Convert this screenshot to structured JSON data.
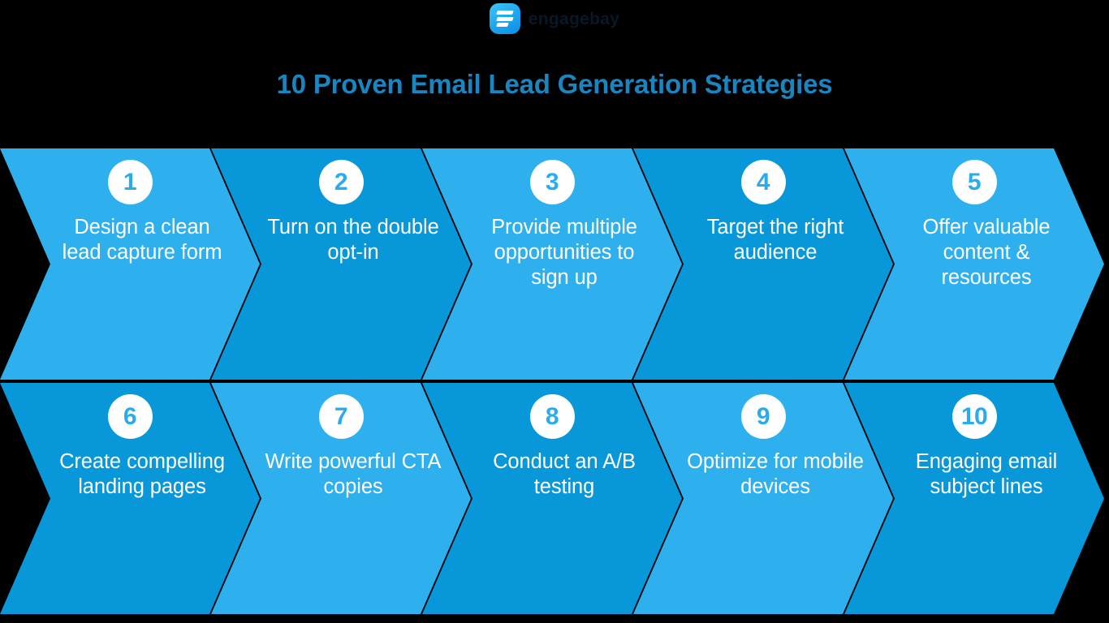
{
  "brand": {
    "logo_icon": "engagebay-logo-icon",
    "wordmark": "engagebay"
  },
  "title": "10 Proven Email Lead Generation Strategies",
  "colors": {
    "background": "#000000",
    "title_blue": "#1B85C0",
    "chevron_light": "#2EAFEE",
    "chevron_dark": "#0897D8",
    "badge_bg": "#FFFFFF",
    "badge_text": "#2AABEC",
    "label_text": "#FFFFFF"
  },
  "rows": [
    {
      "name": "row-1",
      "items": [
        {
          "number": "1",
          "label": "Design a clean lead capture form",
          "tone": "light"
        },
        {
          "number": "2",
          "label": "Turn on the double opt-in",
          "tone": "dark"
        },
        {
          "number": "3",
          "label": "Provide multiple opportunities to sign up",
          "tone": "light"
        },
        {
          "number": "4",
          "label": "Target the right audience",
          "tone": "dark"
        },
        {
          "number": "5",
          "label": "Offer valuable content & resources",
          "tone": "light"
        }
      ]
    },
    {
      "name": "row-2",
      "items": [
        {
          "number": "6",
          "label": "Create compelling landing pages",
          "tone": "dark"
        },
        {
          "number": "7",
          "label": "Write powerful CTA copies",
          "tone": "light"
        },
        {
          "number": "8",
          "label": "Conduct an A/B testing",
          "tone": "dark"
        },
        {
          "number": "9",
          "label": "Optimize for mobile devices",
          "tone": "light"
        },
        {
          "number": "10",
          "label": "Engaging email subject lines",
          "tone": "dark"
        }
      ]
    }
  ]
}
